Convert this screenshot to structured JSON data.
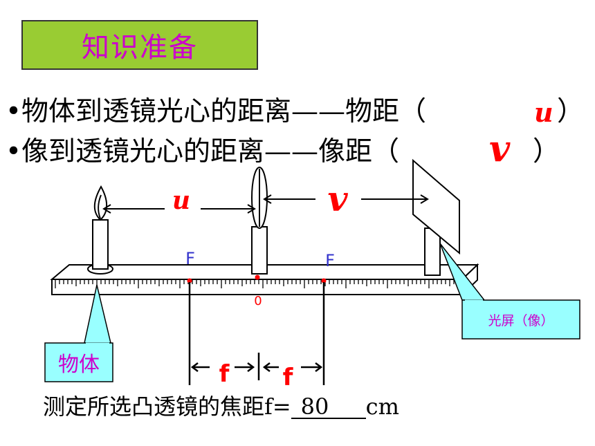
{
  "title": "知识准备",
  "line1": {
    "text": "•物体到透镜光心的距离——物距（",
    "var": "u",
    "close": "）"
  },
  "line2": {
    "text": "•像到透镜光心的距离——像距（",
    "var": "v",
    "close": "）"
  },
  "diagram": {
    "u_label": "u",
    "v_label": "v",
    "focus_left": "F",
    "focus_right": "F",
    "origin": "0",
    "f_left": "f",
    "f_right": "f",
    "screen_callout": "光屏（像）",
    "object_callout": "物体"
  },
  "bottom": {
    "prefix": "测定所选凸透镜的焦距f=",
    "value": "80",
    "unit": "cm"
  },
  "colors": {
    "title_bg": "#99cc33",
    "title_text": "#cc00cc",
    "var": "#ff0000",
    "callout_bg": "#99ffff",
    "focus": "#3333cc",
    "dot": "#ff0000"
  }
}
